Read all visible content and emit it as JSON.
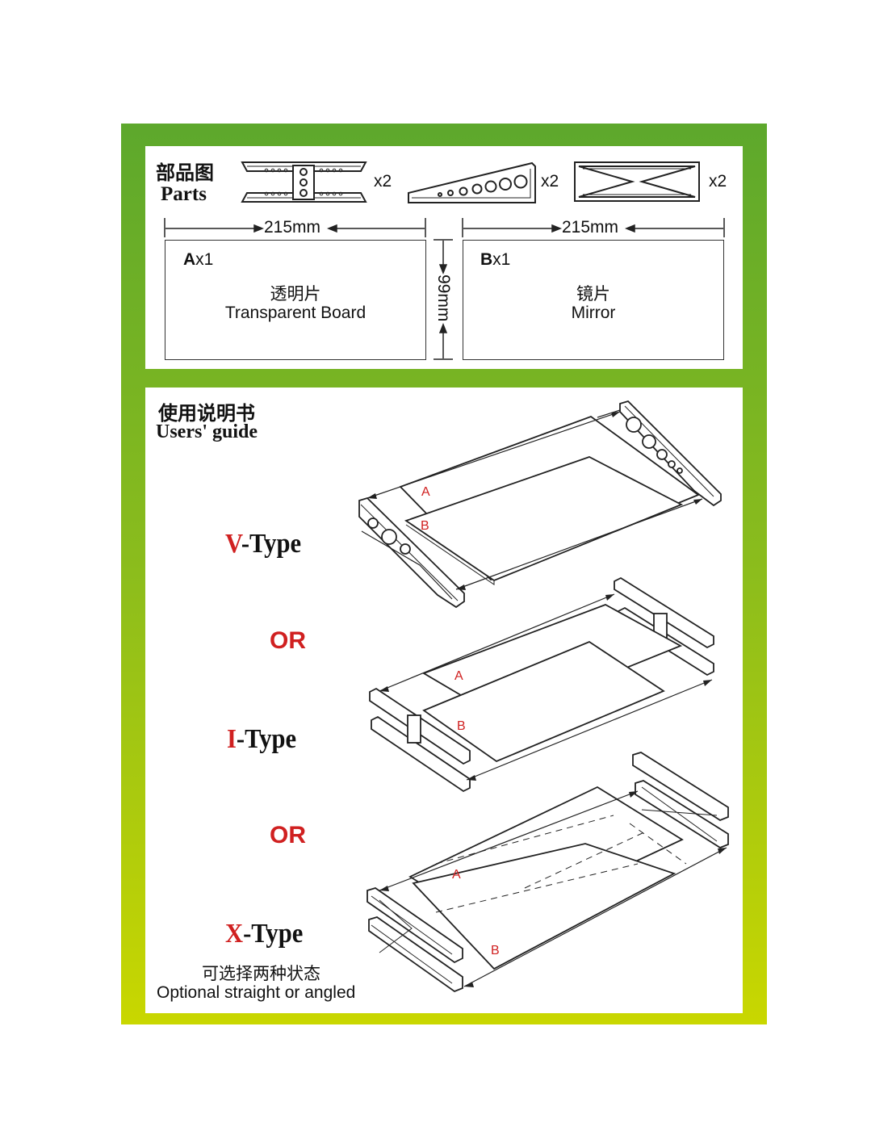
{
  "parts": {
    "title_cn": "部品图",
    "title_en": "Parts",
    "counts": [
      "x2",
      "x2",
      "x2"
    ],
    "dims": {
      "width_a": "215mm",
      "width_b": "215mm",
      "height": "99mm"
    },
    "board_a": {
      "letter": "A",
      "qty": "x1",
      "name_cn": "透明片",
      "name_en": "Transparent Board"
    },
    "board_b": {
      "letter": "B",
      "qty": "x1",
      "name_cn": "镜片",
      "name_en": "Mirror"
    }
  },
  "guide": {
    "title_cn": "使用说明书",
    "title_en": "Users' guide",
    "types": [
      {
        "letter": "V",
        "suffix": "-Type"
      },
      {
        "letter": "I",
        "suffix": "-Type"
      },
      {
        "letter": "X",
        "suffix": "-Type"
      }
    ],
    "or_label": "OR",
    "board_labels": {
      "a": "A",
      "b": "B"
    },
    "note_cn": "可选择两种状态",
    "note_en": "Optional straight or angled"
  },
  "colors": {
    "frame_top": "#5da82c",
    "frame_bottom": "#c9d700",
    "accent_red": "#d02020"
  }
}
